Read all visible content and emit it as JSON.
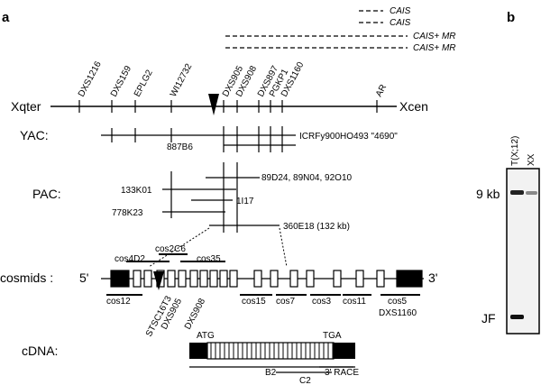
{
  "panel_a": {
    "label": "a",
    "phenotypes": [
      "CAIS",
      "CAIS",
      "CAIS+ MR",
      "CAIS+ MR"
    ],
    "chromosome": {
      "left_end": "Xqter",
      "right_end": "Xcen",
      "markers": [
        "DXS1216",
        "DXS159",
        "EPLG2",
        "WI12732",
        "DXS905",
        "DXS908",
        "DXS897",
        "PGKP1",
        "DXS1160",
        "AR"
      ]
    },
    "yac": {
      "row_label": "YAC:",
      "clones": [
        "ICRFy900HO493 \"4690\"",
        "887B6"
      ]
    },
    "pac": {
      "row_label": "PAC:",
      "clones": [
        "89D24, 89N04, 92O10",
        "133K01",
        "1I17",
        "778K23",
        "360E18 (132 kb)"
      ]
    },
    "cosmids": {
      "row_label": "cosmids :",
      "five_prime": "5'",
      "three_prime": "3'",
      "top_clones": [
        "cos4D2",
        "cos2C6",
        "cos35"
      ],
      "bottom_clones": [
        "cos12",
        "cos15",
        "cos7",
        "cos3",
        "cos11",
        "cos5"
      ],
      "markers": [
        "STSC16T3",
        "DXS905",
        "DXS908",
        "DXS1160"
      ]
    },
    "cdna": {
      "row_label": "cDNA:",
      "start_codon": "ATG",
      "stop_codon": "TGA",
      "clones": [
        "B2",
        "C2",
        "3' RACE"
      ]
    }
  },
  "panel_b": {
    "label": "b",
    "lanes": [
      "T(X;12)",
      "XX"
    ],
    "size_label": "9 kb",
    "junction_label": "JF"
  }
}
